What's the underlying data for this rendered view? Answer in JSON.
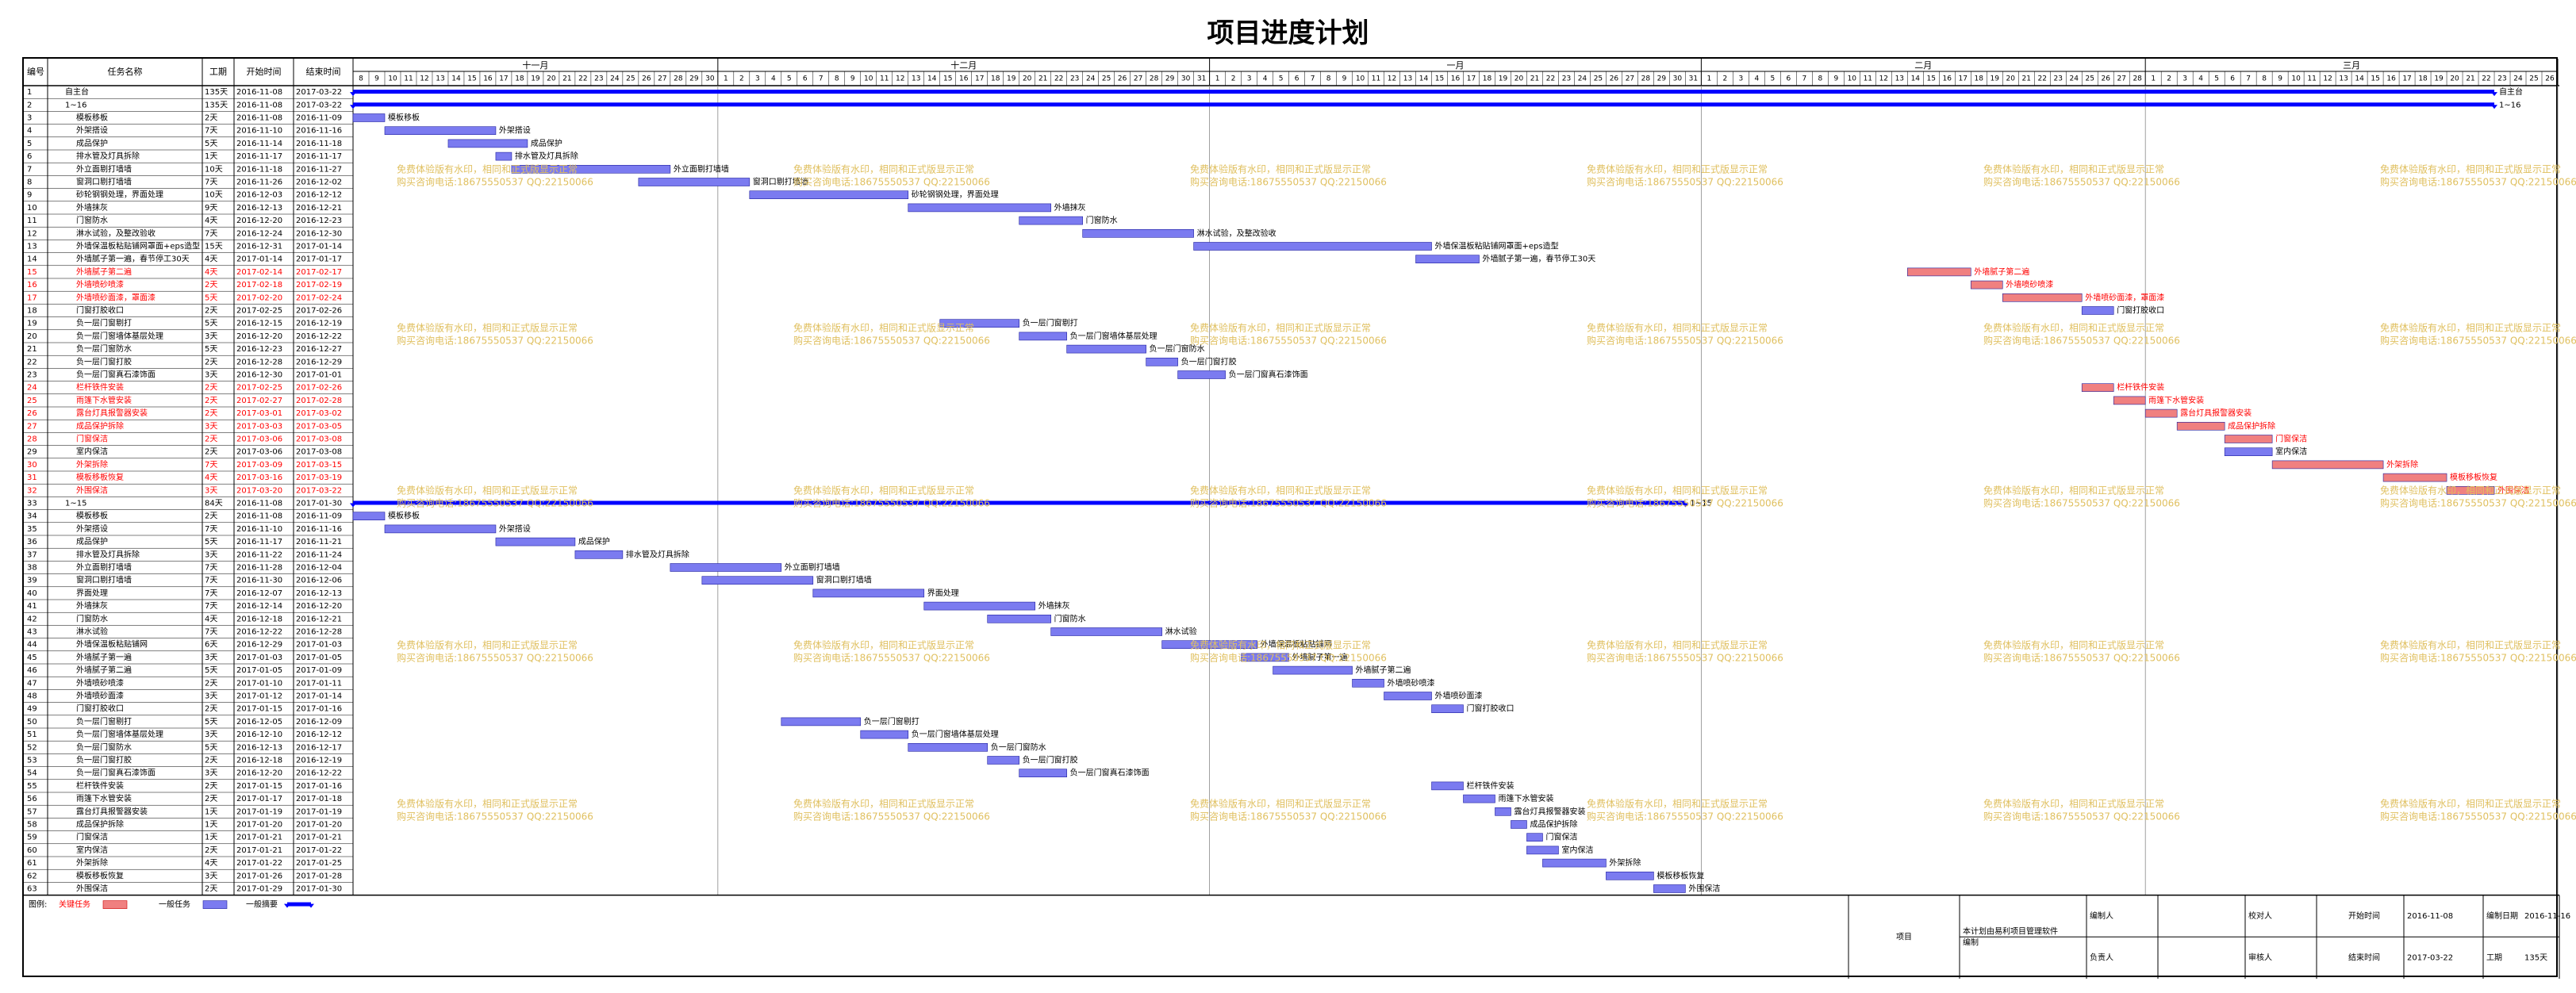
{
  "title": "项目进度计划",
  "columns": [
    "编号",
    "任务名称",
    "工期",
    "开始时间",
    "结束时间"
  ],
  "months": [
    {
      "label": "十一月",
      "start": "2016-11-08",
      "end": "2016-11-30"
    },
    {
      "label": "十二月",
      "start": "2016-12-01",
      "end": "2016-12-31"
    },
    {
      "label": "一月",
      "start": "2017-01-01",
      "end": "2017-01-31"
    },
    {
      "label": "二月",
      "start": "2017-02-01",
      "end": "2017-02-28"
    },
    {
      "label": "三月",
      "start": "2017-03-01",
      "end": "2017-03-26"
    }
  ],
  "watermark": [
    "免费体验版有水印，相同和正式版显示正常",
    "购买咨询电话:18675550537 QQ:22150066"
  ],
  "legend": {
    "label": "图例:",
    "critical": "关键任务",
    "normal": "一般任务",
    "summary": "一般摘要"
  },
  "footer": {
    "project_label": "项目",
    "software": "本计划由易利项目管理软件编制",
    "editor_label": "编制人",
    "editor": "",
    "reviewer_label": "校对人",
    "reviewer": "",
    "owner_label": "负责人",
    "owner": "",
    "auditor_label": "审核人",
    "auditor": "",
    "start_label": "开始时间",
    "start": "2016-11-08",
    "made_label": "编制日期",
    "made": "2016-11-16",
    "end_label": "结束时间",
    "end": "2017-03-22",
    "duration_label": "工期",
    "duration": "135天"
  },
  "colors": {
    "critical": "#f08080",
    "normal": "#7b7bf0",
    "summary": "#0000ff",
    "critical_text": "#ff0000",
    "watermark": "#e0c060"
  },
  "chart_data": {
    "type": "gantt",
    "tasks": [
      {
        "id": "1",
        "name": "自主台",
        "dur": "135天",
        "start": "2016-11-08",
        "end": "2017-03-22",
        "kind": "summary",
        "label": "自主台"
      },
      {
        "id": "2",
        "name": "1~16",
        "dur": "135天",
        "start": "2016-11-08",
        "end": "2017-03-22",
        "kind": "summary",
        "label": "1~16"
      },
      {
        "id": "3",
        "name": "模板移板",
        "dur": "2天",
        "start": "2016-11-08",
        "end": "2016-11-09",
        "kind": "normal",
        "label": "模板移板"
      },
      {
        "id": "4",
        "name": "外架搭设",
        "dur": "7天",
        "start": "2016-11-10",
        "end": "2016-11-16",
        "kind": "normal",
        "label": "外架搭设"
      },
      {
        "id": "5",
        "name": "成品保护",
        "dur": "5天",
        "start": "2016-11-14",
        "end": "2016-11-18",
        "kind": "normal",
        "label": "成品保护"
      },
      {
        "id": "6",
        "name": "排水管及灯具拆除",
        "dur": "1天",
        "start": "2016-11-17",
        "end": "2016-11-17",
        "kind": "normal",
        "label": "排水管及灯具拆除"
      },
      {
        "id": "7",
        "name": "外立面剔打墙墙",
        "dur": "10天",
        "start": "2016-11-18",
        "end": "2016-11-27",
        "kind": "normal",
        "label": "外立面剔打墙墙"
      },
      {
        "id": "8",
        "name": "窗洞口剔打墙墙",
        "dur": "7天",
        "start": "2016-11-26",
        "end": "2016-12-02",
        "kind": "normal",
        "label": "窗洞口剔打墙墙"
      },
      {
        "id": "9",
        "name": "砂轮钢钢处理，界面处理",
        "dur": "10天",
        "start": "2016-12-03",
        "end": "2016-12-12",
        "kind": "normal",
        "label": "砂轮钢钢处理，界面处理"
      },
      {
        "id": "10",
        "name": "外墙抹灰",
        "dur": "9天",
        "start": "2016-12-13",
        "end": "2016-12-21",
        "kind": "normal",
        "label": "外墙抹灰"
      },
      {
        "id": "11",
        "name": "门窗防水",
        "dur": "4天",
        "start": "2016-12-20",
        "end": "2016-12-23",
        "kind": "normal",
        "label": "门窗防水"
      },
      {
        "id": "12",
        "name": "淋水试验，及整改验收",
        "dur": "7天",
        "start": "2016-12-24",
        "end": "2016-12-30",
        "kind": "normal",
        "label": "淋水试验，及整改验收"
      },
      {
        "id": "13",
        "name": "外墙保温板粘贴铺网罩面+eps造型",
        "dur": "15天",
        "start": "2016-12-31",
        "end": "2017-01-14",
        "kind": "normal",
        "label": "外墙保温板粘贴铺网罩面+eps造型"
      },
      {
        "id": "14",
        "name": "外墙腻子第一遍，春节停工30天",
        "dur": "4天",
        "start": "2017-01-14",
        "end": "2017-01-17",
        "kind": "normal",
        "label": "外墙腻子第一遍，春节停工30天"
      },
      {
        "id": "15",
        "name": "外墙腻子第二遍",
        "dur": "4天",
        "start": "2017-02-14",
        "end": "2017-02-17",
        "kind": "critical",
        "label": "外墙腻子第二遍"
      },
      {
        "id": "16",
        "name": "外墙喷砂喷漆",
        "dur": "2天",
        "start": "2017-02-18",
        "end": "2017-02-19",
        "kind": "critical",
        "label": "外墙喷砂喷漆"
      },
      {
        "id": "17",
        "name": "外墙喷砂面漆，罩面漆",
        "dur": "5天",
        "start": "2017-02-20",
        "end": "2017-02-24",
        "kind": "critical",
        "label": "外墙喷砂面漆，罩面漆"
      },
      {
        "id": "18",
        "name": "门窗打胶收口",
        "dur": "2天",
        "start": "2017-02-25",
        "end": "2017-02-26",
        "kind": "normal",
        "label": "门窗打胶收口"
      },
      {
        "id": "19",
        "name": "负一层门窗剔打",
        "dur": "5天",
        "start": "2016-12-15",
        "end": "2016-12-19",
        "kind": "normal",
        "label": "负一层门窗剔打"
      },
      {
        "id": "20",
        "name": "负一层门窗墙体基层处理",
        "dur": "3天",
        "start": "2016-12-20",
        "end": "2016-12-22",
        "kind": "normal",
        "label": "负一层门窗墙体基层处理"
      },
      {
        "id": "21",
        "name": "负一层门窗防水",
        "dur": "5天",
        "start": "2016-12-23",
        "end": "2016-12-27",
        "kind": "normal",
        "label": "负一层门窗防水"
      },
      {
        "id": "22",
        "name": "负一层门窗打胶",
        "dur": "2天",
        "start": "2016-12-28",
        "end": "2016-12-29",
        "kind": "normal",
        "label": "负一层门窗打胶"
      },
      {
        "id": "23",
        "name": "负一层门窗真石漆饰面",
        "dur": "3天",
        "start": "2016-12-30",
        "end": "2017-01-01",
        "kind": "normal",
        "label": "负一层门窗真石漆饰面"
      },
      {
        "id": "24",
        "name": "栏杆铁件安装",
        "dur": "2天",
        "start": "2017-02-25",
        "end": "2017-02-26",
        "kind": "critical",
        "label": "栏杆铁件安装"
      },
      {
        "id": "25",
        "name": "雨篷下水管安装",
        "dur": "2天",
        "start": "2017-02-27",
        "end": "2017-02-28",
        "kind": "critical",
        "label": "雨篷下水管安装"
      },
      {
        "id": "26",
        "name": "露台灯具报警器安装",
        "dur": "2天",
        "start": "2017-03-01",
        "end": "2017-03-02",
        "kind": "critical",
        "label": "露台灯具报警器安装"
      },
      {
        "id": "27",
        "name": "成品保护拆除",
        "dur": "3天",
        "start": "2017-03-03",
        "end": "2017-03-05",
        "kind": "critical",
        "label": "成品保护拆除"
      },
      {
        "id": "28",
        "name": "门窗保洁",
        "dur": "2天",
        "start": "2017-03-06",
        "end": "2017-03-08",
        "kind": "critical",
        "label": "门窗保洁"
      },
      {
        "id": "29",
        "name": "室内保洁",
        "dur": "2天",
        "start": "2017-03-06",
        "end": "2017-03-08",
        "kind": "normal",
        "label": "室内保洁"
      },
      {
        "id": "30",
        "name": "外架拆除",
        "dur": "7天",
        "start": "2017-03-09",
        "end": "2017-03-15",
        "kind": "critical",
        "label": "外架拆除"
      },
      {
        "id": "31",
        "name": "模板移板恢复",
        "dur": "4天",
        "start": "2017-03-16",
        "end": "2017-03-19",
        "kind": "critical",
        "label": "模板移板恢复"
      },
      {
        "id": "32",
        "name": "外围保洁",
        "dur": "3天",
        "start": "2017-03-20",
        "end": "2017-03-22",
        "kind": "critical",
        "label": "外围保洁"
      },
      {
        "id": "33",
        "name": "1~15",
        "dur": "84天",
        "start": "2016-11-08",
        "end": "2017-01-30",
        "kind": "summary",
        "label": "1~15"
      },
      {
        "id": "34",
        "name": "模板移板",
        "dur": "2天",
        "start": "2016-11-08",
        "end": "2016-11-09",
        "kind": "normal",
        "label": "模板移板"
      },
      {
        "id": "35",
        "name": "外架搭设",
        "dur": "7天",
        "start": "2016-11-10",
        "end": "2016-11-16",
        "kind": "normal",
        "label": "外架搭设"
      },
      {
        "id": "36",
        "name": "成品保护",
        "dur": "5天",
        "start": "2016-11-17",
        "end": "2016-11-21",
        "kind": "normal",
        "label": "成品保护"
      },
      {
        "id": "37",
        "name": "排水管及灯具拆除",
        "dur": "3天",
        "start": "2016-11-22",
        "end": "2016-11-24",
        "kind": "normal",
        "label": "排水管及灯具拆除"
      },
      {
        "id": "38",
        "name": "外立面剔打墙墙",
        "dur": "7天",
        "start": "2016-11-28",
        "end": "2016-12-04",
        "kind": "normal",
        "label": "外立面剔打墙墙"
      },
      {
        "id": "39",
        "name": "窗洞口剔打墙墙",
        "dur": "7天",
        "start": "2016-11-30",
        "end": "2016-12-06",
        "kind": "normal",
        "label": "窗洞口剔打墙墙"
      },
      {
        "id": "40",
        "name": "界面处理",
        "dur": "7天",
        "start": "2016-12-07",
        "end": "2016-12-13",
        "kind": "normal",
        "label": "界面处理"
      },
      {
        "id": "41",
        "name": "外墙抹灰",
        "dur": "7天",
        "start": "2016-12-14",
        "end": "2016-12-20",
        "kind": "normal",
        "label": "外墙抹灰"
      },
      {
        "id": "42",
        "name": "门窗防水",
        "dur": "4天",
        "start": "2016-12-18",
        "end": "2016-12-21",
        "kind": "normal",
        "label": "门窗防水"
      },
      {
        "id": "43",
        "name": "淋水试验",
        "dur": "7天",
        "start": "2016-12-22",
        "end": "2016-12-28",
        "kind": "normal",
        "label": "淋水试验"
      },
      {
        "id": "44",
        "name": "外墙保温板粘贴铺网",
        "dur": "6天",
        "start": "2016-12-29",
        "end": "2017-01-03",
        "kind": "normal",
        "label": "外墙保温板粘贴铺网"
      },
      {
        "id": "45",
        "name": "外墙腻子第一遍",
        "dur": "3天",
        "start": "2017-01-03",
        "end": "2017-01-05",
        "kind": "normal",
        "label": "外墙腻子第一遍"
      },
      {
        "id": "46",
        "name": "外墙腻子第二遍",
        "dur": "5天",
        "start": "2017-01-05",
        "end": "2017-01-09",
        "kind": "normal",
        "label": "外墙腻子第二遍"
      },
      {
        "id": "47",
        "name": "外墙喷砂喷漆",
        "dur": "2天",
        "start": "2017-01-10",
        "end": "2017-01-11",
        "kind": "normal",
        "label": "外墙喷砂喷漆"
      },
      {
        "id": "48",
        "name": "外墙喷砂面漆",
        "dur": "3天",
        "start": "2017-01-12",
        "end": "2017-01-14",
        "kind": "normal",
        "label": "外墙喷砂面漆"
      },
      {
        "id": "49",
        "name": "门窗打胶收口",
        "dur": "2天",
        "start": "2017-01-15",
        "end": "2017-01-16",
        "kind": "normal",
        "label": "门窗打胶收口"
      },
      {
        "id": "50",
        "name": "负一层门窗剔打",
        "dur": "5天",
        "start": "2016-12-05",
        "end": "2016-12-09",
        "kind": "normal",
        "label": "负一层门窗剔打"
      },
      {
        "id": "51",
        "name": "负一层门窗墙体基层处理",
        "dur": "3天",
        "start": "2016-12-10",
        "end": "2016-12-12",
        "kind": "normal",
        "label": "负一层门窗墙体基层处理"
      },
      {
        "id": "52",
        "name": "负一层门窗防水",
        "dur": "5天",
        "start": "2016-12-13",
        "end": "2016-12-17",
        "kind": "normal",
        "label": "负一层门窗防水"
      },
      {
        "id": "53",
        "name": "负一层门窗打胶",
        "dur": "2天",
        "start": "2016-12-18",
        "end": "2016-12-19",
        "kind": "normal",
        "label": "负一层门窗打胶"
      },
      {
        "id": "54",
        "name": "负一层门窗真石漆饰面",
        "dur": "3天",
        "start": "2016-12-20",
        "end": "2016-12-22",
        "kind": "normal",
        "label": "负一层门窗真石漆饰面"
      },
      {
        "id": "55",
        "name": "栏杆铁件安装",
        "dur": "2天",
        "start": "2017-01-15",
        "end": "2017-01-16",
        "kind": "normal",
        "label": "栏杆铁件安装"
      },
      {
        "id": "56",
        "name": "雨篷下水管安装",
        "dur": "2天",
        "start": "2017-01-17",
        "end": "2017-01-18",
        "kind": "normal",
        "label": "雨篷下水管安装"
      },
      {
        "id": "57",
        "name": "露台灯具报警器安装",
        "dur": "1天",
        "start": "2017-01-19",
        "end": "2017-01-19",
        "kind": "normal",
        "label": "露台灯具报警器安装"
      },
      {
        "id": "58",
        "name": "成品保护拆除",
        "dur": "1天",
        "start": "2017-01-20",
        "end": "2017-01-20",
        "kind": "normal",
        "label": "成品保护拆除"
      },
      {
        "id": "59",
        "name": "门窗保洁",
        "dur": "1天",
        "start": "2017-01-21",
        "end": "2017-01-21",
        "kind": "normal",
        "label": "门窗保洁"
      },
      {
        "id": "60",
        "name": "室内保洁",
        "dur": "2天",
        "start": "2017-01-21",
        "end": "2017-01-22",
        "kind": "normal",
        "label": "室内保洁"
      },
      {
        "id": "61",
        "name": "外架拆除",
        "dur": "4天",
        "start": "2017-01-22",
        "end": "2017-01-25",
        "kind": "normal",
        "label": "外架拆除"
      },
      {
        "id": "62",
        "name": "模板移板恢复",
        "dur": "3天",
        "start": "2017-01-26",
        "end": "2017-01-28",
        "kind": "normal",
        "label": "模板移板恢复"
      },
      {
        "id": "63",
        "name": "外围保洁",
        "dur": "2天",
        "start": "2017-01-29",
        "end": "2017-01-30",
        "kind": "normal",
        "label": "外围保洁"
      }
    ]
  }
}
